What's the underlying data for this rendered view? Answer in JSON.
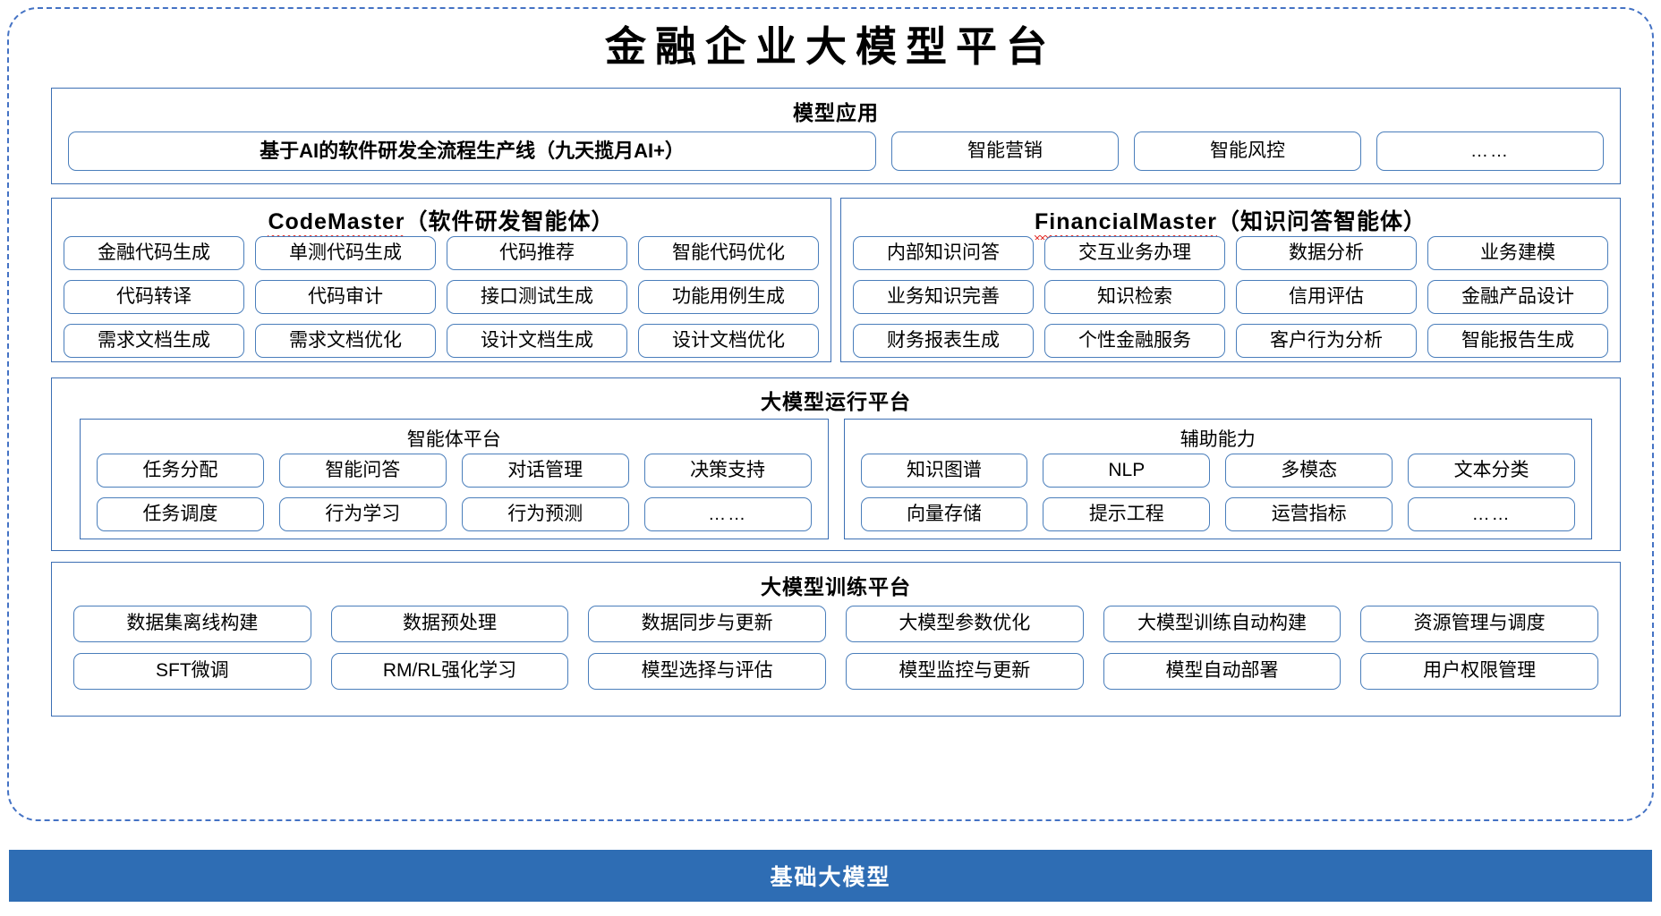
{
  "title": "金融企业大模型平台",
  "colors": {
    "frame_border": "#4472C4",
    "section_border": "#3C6FB4",
    "pill_border": "#4A7EBB",
    "footer_bg": "#2E6DB4",
    "spellcheck_underline": "#E53935"
  },
  "model_application": {
    "title": "模型应用",
    "primary": "基于AI的软件研发全流程生产线（九天揽月AI+）",
    "items": [
      "智能营销",
      "智能风控",
      "……"
    ]
  },
  "codemaster": {
    "name": "CodeMaster",
    "suffix": "（软件研发智能体）",
    "tiles": [
      "金融代码生成",
      "单测代码生成",
      "代码推荐",
      "智能代码优化",
      "代码转译",
      "代码审计",
      "接口测试生成",
      "功能用例生成",
      "需求文档生成",
      "需求文档优化",
      "设计文档生成",
      "设计文档优化"
    ]
  },
  "financialmaster": {
    "name": "FinancialMaster",
    "suffix": "（知识问答智能体）",
    "tiles": [
      "内部知识问答",
      "交互业务办理",
      "数据分析",
      "业务建模",
      "业务知识完善",
      "知识检索",
      "信用评估",
      "金融产品设计",
      "财务报表生成",
      "个性金融服务",
      "客户行为分析",
      "智能报告生成"
    ]
  },
  "runtime_platform": {
    "title": "大模型运行平台",
    "agent_platform": {
      "title": "智能体平台",
      "tiles": [
        "任务分配",
        "智能问答",
        "对话管理",
        "决策支持",
        "任务调度",
        "行为学习",
        "行为预测",
        "……"
      ]
    },
    "auxiliary": {
      "title": "辅助能力",
      "tiles": [
        "知识图谱",
        "NLP",
        "多模态",
        "文本分类",
        "向量存储",
        "提示工程",
        "运营指标",
        "……"
      ]
    }
  },
  "training_platform": {
    "title": "大模型训练平台",
    "tiles": [
      "数据集离线构建",
      "数据预处理",
      "数据同步与更新",
      "大模型参数优化",
      "大模型训练自动构建",
      "资源管理与调度",
      "SFT微调",
      "RM/RL强化学习",
      "模型选择与评估",
      "模型监控与更新",
      "模型自动部署",
      "用户权限管理"
    ]
  },
  "foundation": {
    "label": "基础大模型"
  }
}
